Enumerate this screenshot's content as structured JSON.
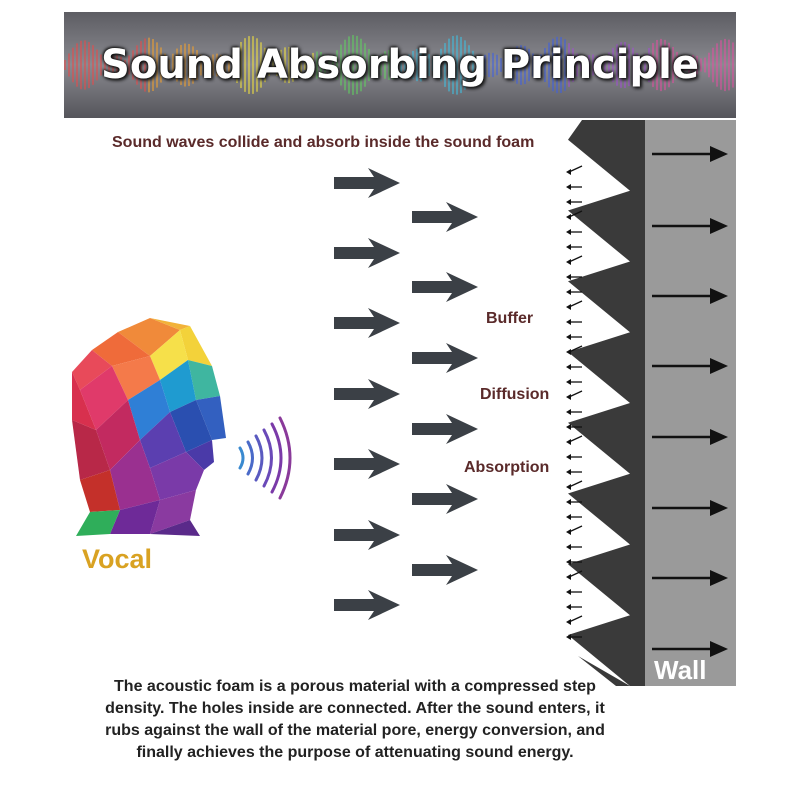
{
  "title": "Sound Absorbing Principle",
  "subtitle": "Sound waves collide and absorb inside the sound foam",
  "labels": {
    "buffer": "Buffer",
    "diffusion": "Diffusion",
    "absorption": "Absorption",
    "vocal": "Vocal",
    "wall": "Wall"
  },
  "description": "The acoustic foam is a porous material with a compressed step density. The holes inside are connected. After the sound enters, it rubs against the wall of the material pore, energy conversion, and finally achieves the purpose of attenuating sound energy.",
  "colors": {
    "title_text": "#ffffff",
    "label_text": "#5a2a2a",
    "vocal_text": "#d9a222",
    "foam": "#3a3a3a",
    "wall": "#9a9a9a",
    "arrow": "#3b4046"
  },
  "icons": [
    "colorful-head-icon",
    "sound-wave-icon",
    "arrow-right-icon"
  ]
}
